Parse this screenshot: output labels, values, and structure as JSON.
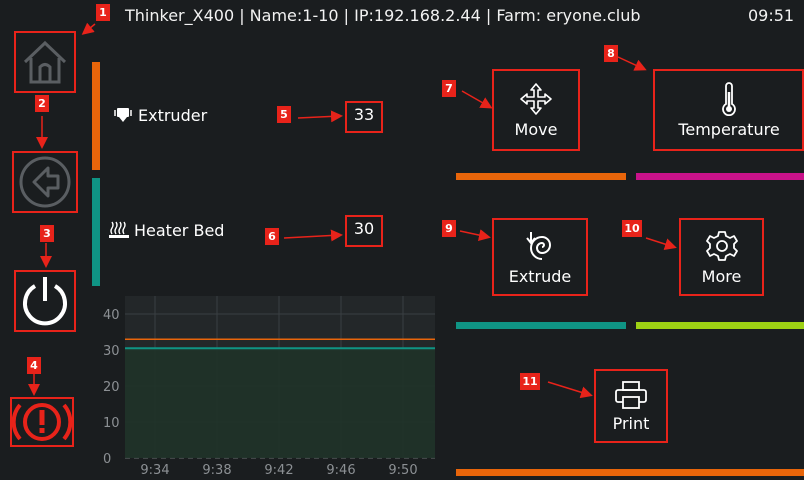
{
  "header": {
    "title": "Thinker_X400 | Name:1-10 | IP:192.168.2.44 | Farm: eryone.club",
    "time": "09:51"
  },
  "badges": [
    "1",
    "2",
    "3",
    "4",
    "5",
    "6",
    "7",
    "8",
    "9",
    "10",
    "11"
  ],
  "heaters": [
    {
      "name": "Extruder",
      "icon": "extruder-icon",
      "value": "33",
      "color": "#e8650a"
    },
    {
      "name": "Heater Bed",
      "icon": "heater-bed-icon",
      "value": "30",
      "color": "#0f9484"
    }
  ],
  "tiles": [
    {
      "label": "Move",
      "icon": "move-icon"
    },
    {
      "label": "Temperature",
      "icon": "thermometer-icon"
    },
    {
      "label": "Extrude",
      "icon": "extrude-icon"
    },
    {
      "label": "More",
      "icon": "gear-icon"
    },
    {
      "label": "Print",
      "icon": "printer-icon"
    }
  ],
  "colors": {
    "accent_red": "#e8231a",
    "orange": "#e8650a",
    "magenta": "#c9128a",
    "teal": "#0f9484",
    "lime": "#9ed114",
    "icon_gray": "#5a5e62"
  },
  "chart_data": {
    "type": "line",
    "x": [
      "9:34",
      "9:38",
      "9:42",
      "9:46",
      "9:50"
    ],
    "y_ticks": [
      0,
      10,
      20,
      30,
      40
    ],
    "ylim": [
      0,
      45
    ],
    "grid": true,
    "series": [
      {
        "name": "",
        "color": "#e8650a",
        "values": [
          33,
          33,
          33,
          33,
          33
        ]
      },
      {
        "name": "",
        "color": "#0f9484",
        "values": [
          30.5,
          30.5,
          30.5,
          30.5,
          30.5
        ]
      }
    ]
  }
}
